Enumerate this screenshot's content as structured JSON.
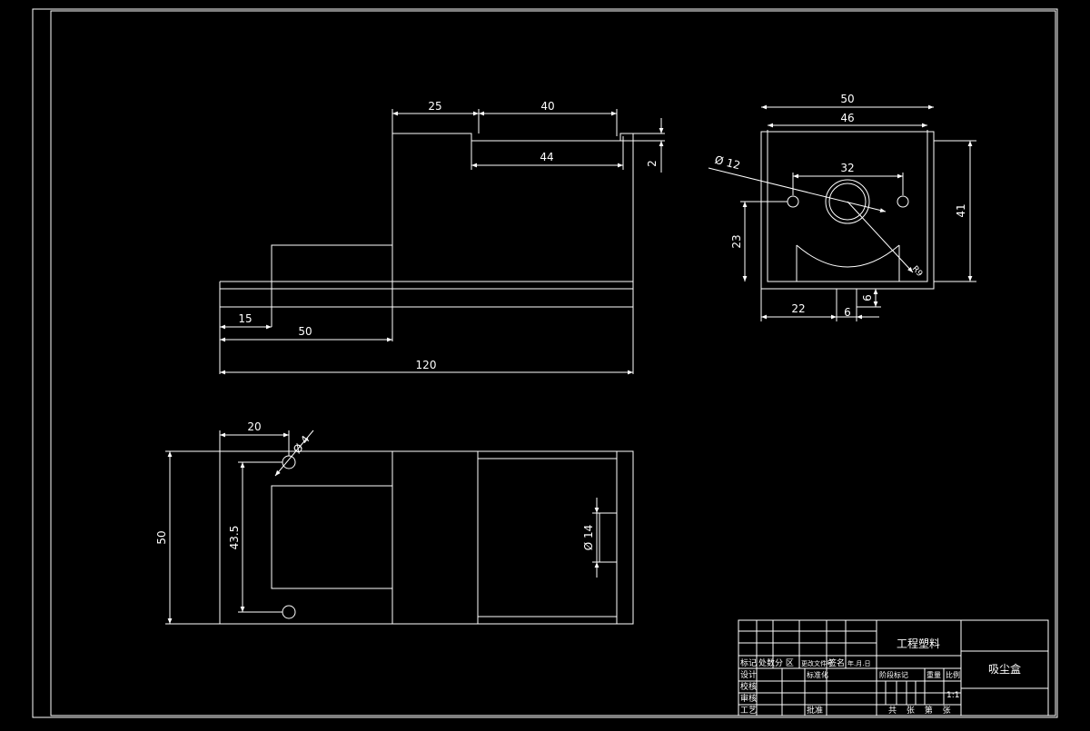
{
  "drawing": {
    "front_view": {
      "dims": {
        "d25": "25",
        "d40": "40",
        "d44": "44",
        "d2": "2",
        "d15": "15",
        "d50": "50",
        "d120": "120"
      }
    },
    "side_view": {
      "dims": {
        "d50": "50",
        "d46": "46",
        "d32": "32",
        "d41": "41",
        "d23": "23",
        "d22": "22",
        "d6a": "6",
        "d6b": "6",
        "dia12": "Ø 12",
        "r_arc": "R9"
      }
    },
    "top_view": {
      "dims": {
        "d20": "20",
        "dia4": "Ø 4",
        "d50": "50",
        "d43_5": "43.5",
        "dia14": "Ø 14"
      }
    },
    "title_block": {
      "company": "工程塑料",
      "part_name": "吸尘盒",
      "scale": "1:1",
      "headers": [
        "标记",
        "处数",
        "分 区",
        "更改文件号",
        "签名",
        "年.月.日"
      ],
      "row_labels": [
        "设计",
        "标准化",
        "校核",
        "审核",
        "工艺",
        "批准"
      ],
      "stage_mark": "阶段标记",
      "weight": "重量",
      "ratio": "比例",
      "sheet": "共 张 第 张"
    }
  }
}
